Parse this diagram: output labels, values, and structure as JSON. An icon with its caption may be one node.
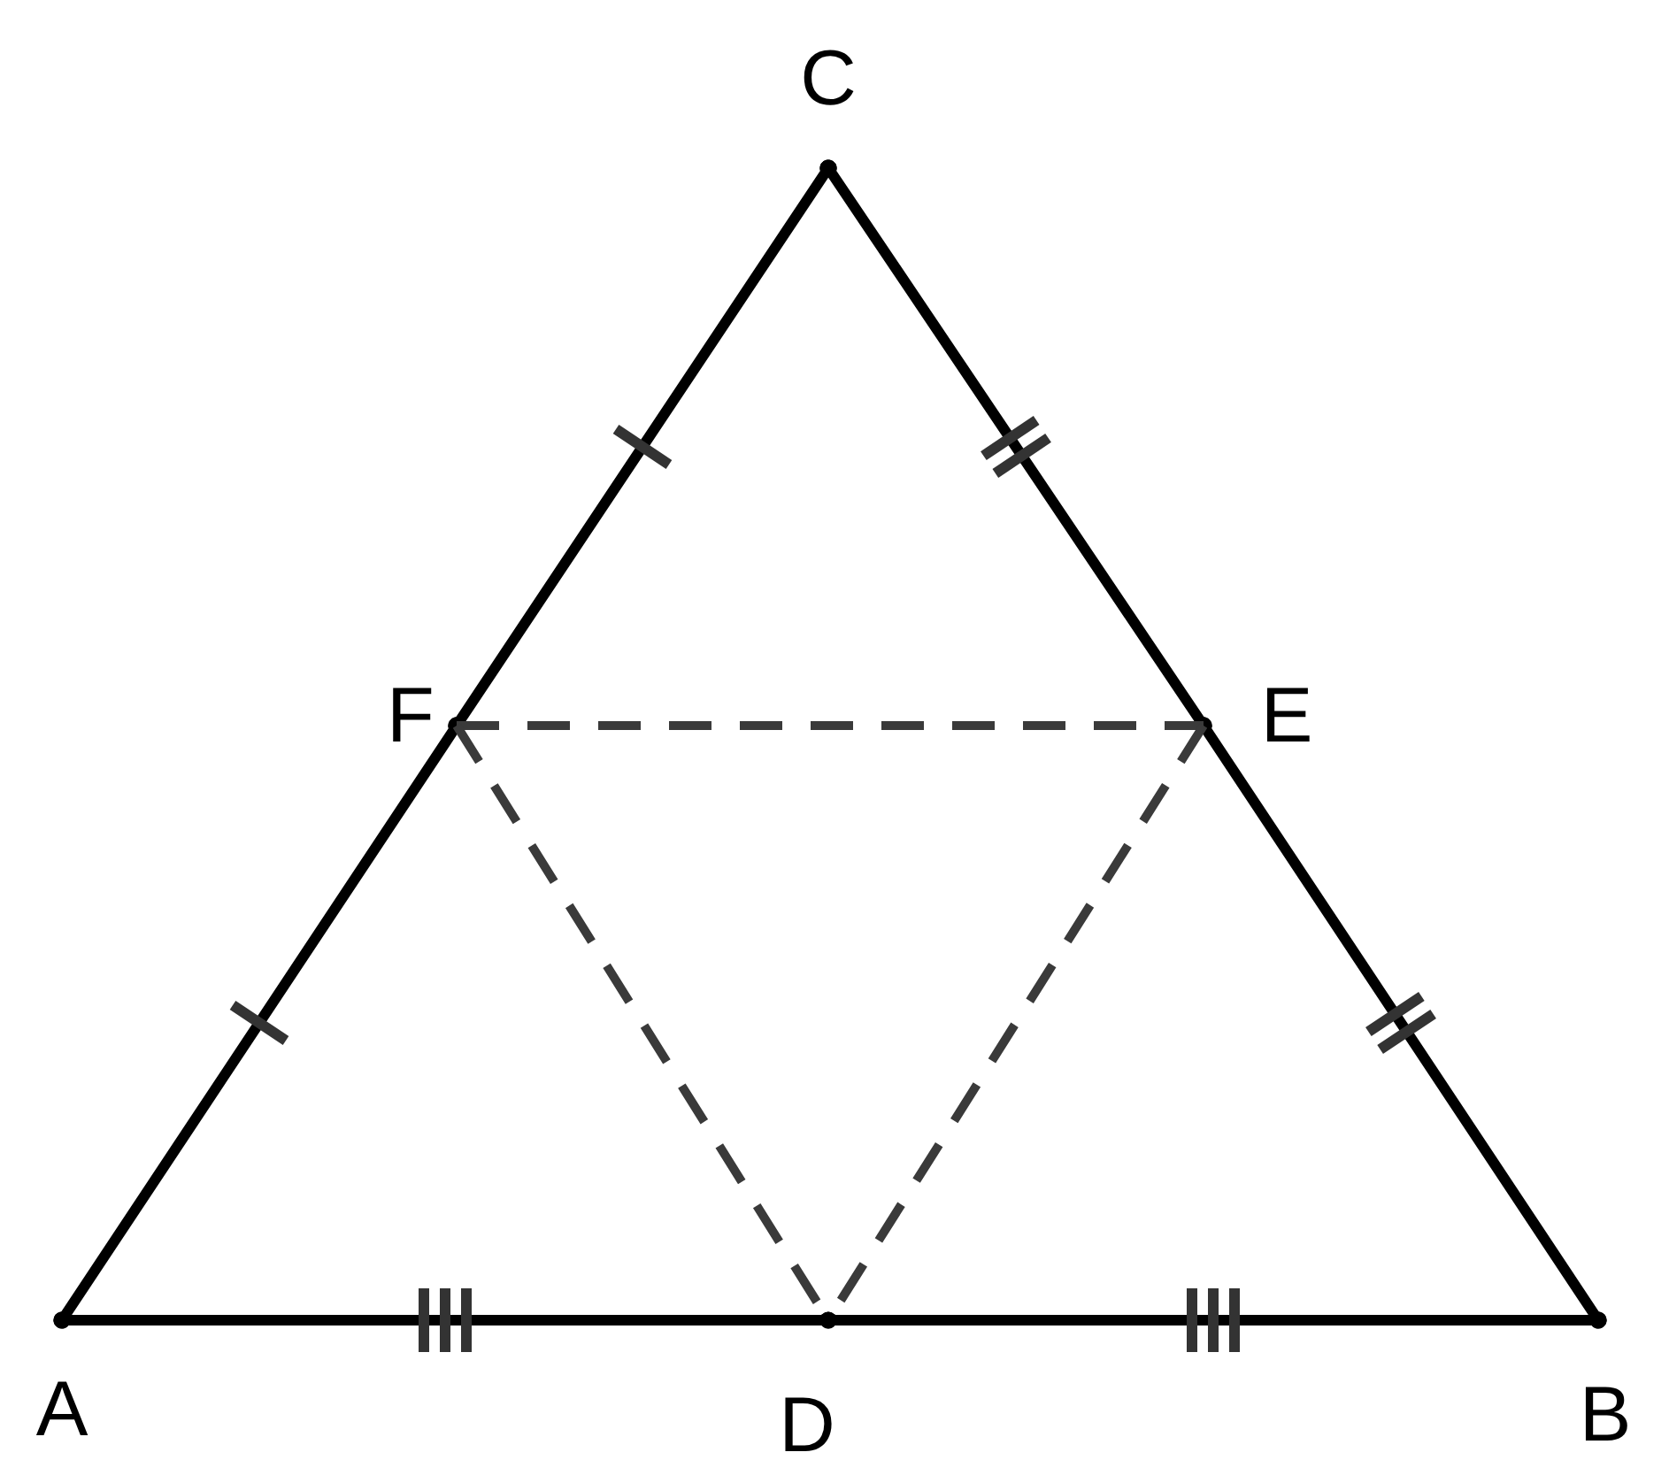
{
  "diagram": {
    "nodes": [
      {
        "text": [
          "C"
        ]
      },
      {
        "text": [
          "F"
        ]
      },
      {
        "text": [
          "E"
        ]
      },
      {
        "text": [
          "A"
        ]
      },
      {
        "text": [
          "D"
        ]
      },
      {
        "text": [
          "B"
        ]
      }
    ],
    "edges": [
      {
        "from": 3,
        "to": 4,
        "arrow": "other"
      },
      {
        "from": 4,
        "to": 5,
        "arrow": "other"
      },
      {
        "from": 5,
        "to": 2,
        "arrow": "other"
      },
      {
        "from": 2,
        "to": 0,
        "arrow": "other"
      },
      {
        "from": 0,
        "to": 1,
        "arrow": "other"
      },
      {
        "from": 1,
        "to": 3,
        "arrow": "other"
      },
      {
        "from": 1,
        "to": 2,
        "arrow": "none",
        "style": "dashed",
        "color": "#3a3a3a"
      },
      {
        "from": 1,
        "to": 4,
        "arrow": "none",
        "style": "dashed",
        "color": "#3a3a3a"
      },
      {
        "from": 2,
        "to": 4,
        "arrow": "none",
        "style": "dashed",
        "color": "#3a3a3a"
      }
    ]
  }
}
